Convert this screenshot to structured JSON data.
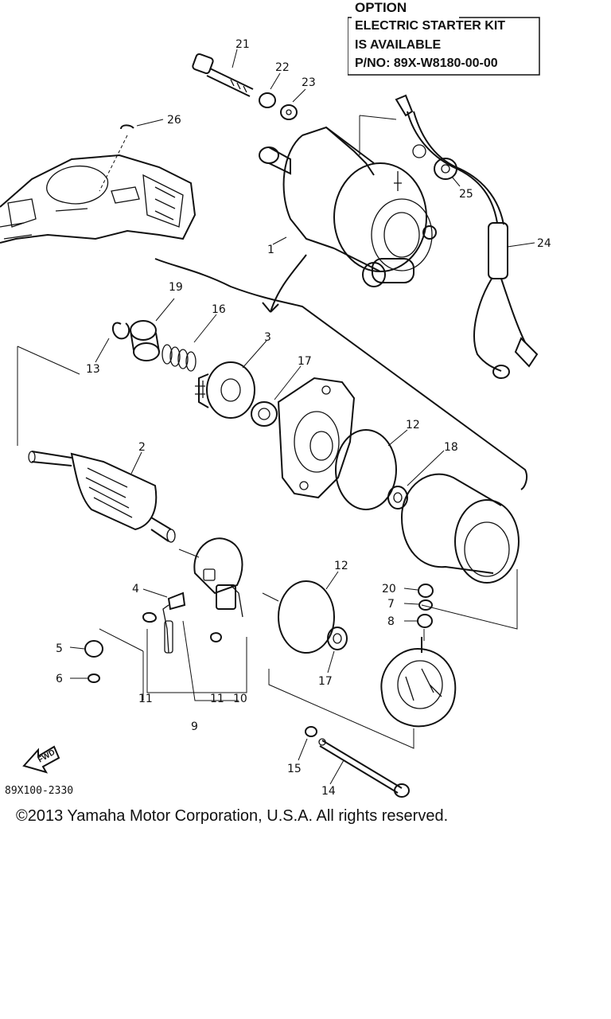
{
  "option": {
    "title": "OPTION",
    "lines": [
      "ELECTRIC STARTER KIT",
      "IS AVAILABLE",
      "P/NO: 89X-W8180-00-00"
    ]
  },
  "callouts": {
    "c1": "1",
    "c2": "2",
    "c3": "3",
    "c4": "4",
    "c5": "5",
    "c6": "6",
    "c7": "7",
    "c8": "8",
    "c9": "9",
    "c10": "10",
    "c11a": "11",
    "c11b": "11",
    "c12a": "12",
    "c12b": "12",
    "c13": "13",
    "c14": "14",
    "c15": "15",
    "c16": "16",
    "c17a": "17",
    "c17b": "17",
    "c18": "18",
    "c19": "19",
    "c20": "20",
    "c21": "21",
    "c22": "22",
    "c23": "23",
    "c24": "24",
    "c25": "25",
    "c26": "26"
  },
  "fwd_label": "FWD",
  "drawing_code": "89X100-2330",
  "copyright": "©2013 Yamaha Motor Corporation, U.S.A. All rights reserved."
}
